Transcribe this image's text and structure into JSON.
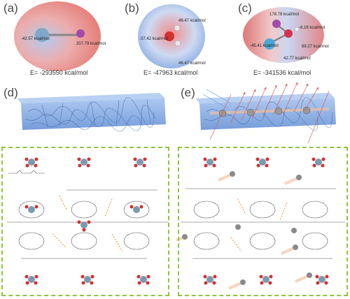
{
  "panels": {
    "a": {
      "label": "(a)",
      "energy": "E= -293550 kcal/mol",
      "annotations": [
        "-42.57 kcal/mol",
        "207.79 kcal/mol"
      ]
    },
    "b": {
      "label": "(b)",
      "energy": "E= -47963 kcal/mol",
      "annotations": [
        "46.47 kcal/mol",
        "-37.42 kcal/mol",
        "46.47 kcal/mol"
      ]
    },
    "c": {
      "label": "(c)",
      "energy": "E= -341536 kcal/mol",
      "annotations": [
        "178.78 kcal/mol",
        "-6.16 kcal/mol",
        "-45.41 kcal/mol",
        "69.27 kcal/mol",
        "42.77 kcal/mol"
      ]
    },
    "d": {
      "label": "(d)"
    },
    "e": {
      "label": "(e)"
    }
  },
  "colors": {
    "esp_red": "#e0605a",
    "esp_blue": "#4a7fd8",
    "slab_blue": "#8fb4e8",
    "dash_green": "#8cc63f",
    "arrow_orange": "#f0a070"
  }
}
